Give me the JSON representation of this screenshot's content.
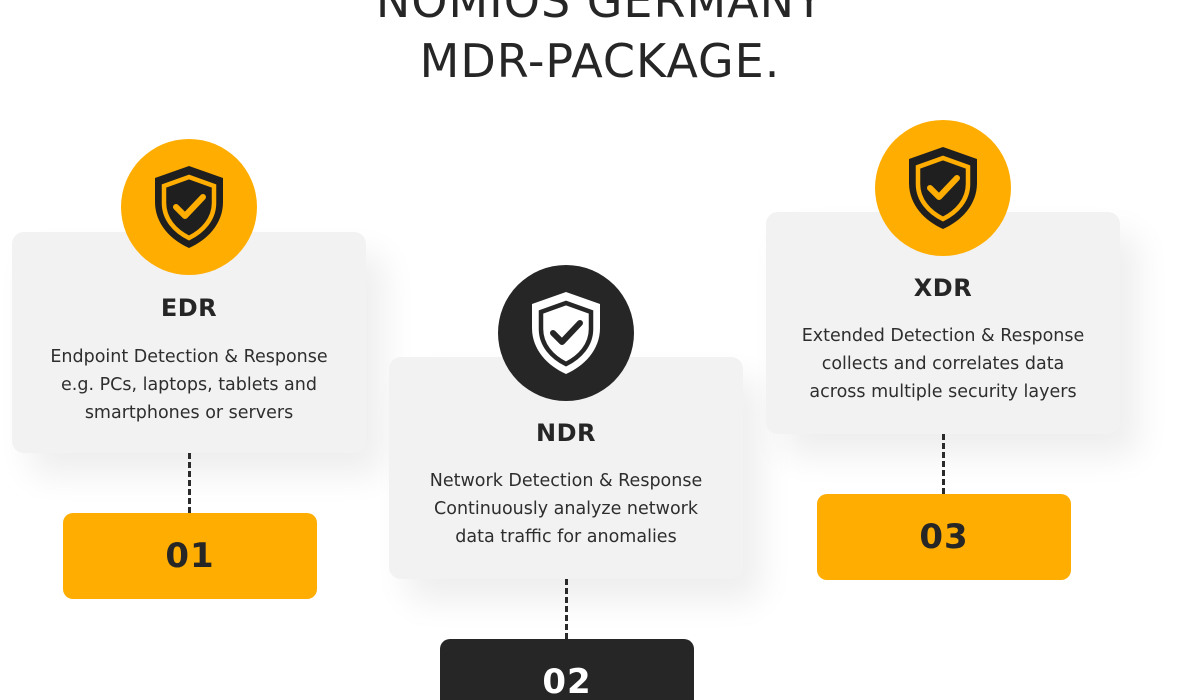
{
  "title": {
    "line1": "NOMIOS GERMANY",
    "line2": "MDR-PACKAGE."
  },
  "colors": {
    "accent": "#ffad00",
    "dark": "#262626",
    "card": "#f2f2f2"
  },
  "cards": [
    {
      "title": "EDR",
      "desc": [
        "Endpoint Detection & Response",
        "e.g. PCs, laptops, tablets and",
        "smartphones or servers"
      ],
      "badge_icon": "shield-check-icon",
      "step": "01"
    },
    {
      "title": "NDR",
      "desc": [
        "Network Detection & Response",
        "Continuously analyze network",
        "data traffic for anomalies"
      ],
      "badge_icon": "shield-check-icon",
      "step": "02"
    },
    {
      "title": "XDR",
      "desc": [
        "Extended Detection & Response",
        "collects and correlates data",
        "across multiple security layers"
      ],
      "badge_icon": "shield-check-icon",
      "step": "03"
    }
  ]
}
